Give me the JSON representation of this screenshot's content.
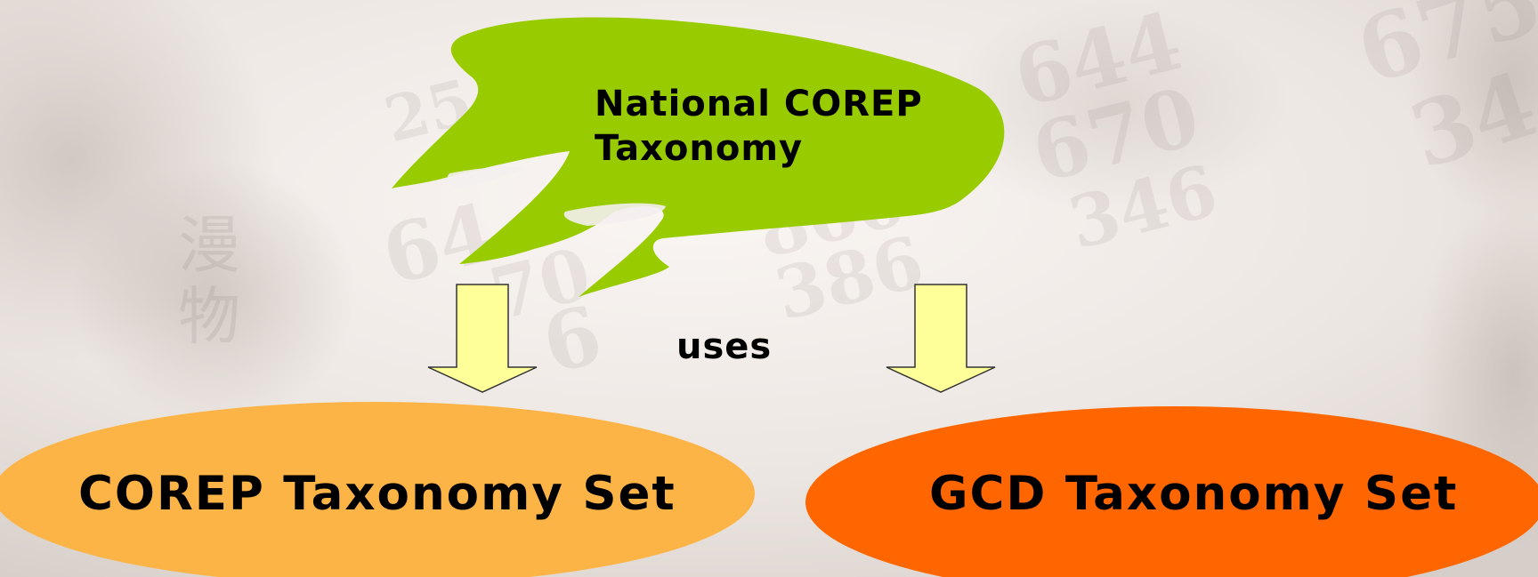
{
  "diagram": {
    "source_node": {
      "label_line1": "National COREP",
      "label_line2": "Taxonomy",
      "color": "#99cc00"
    },
    "edge_label": "uses",
    "targets": [
      {
        "label": "COREP Taxonomy Set",
        "color": "#fdb446"
      },
      {
        "label": "GCD Taxonomy Set",
        "color": "#ff6600"
      }
    ],
    "arrow_color": "#ffff99"
  }
}
